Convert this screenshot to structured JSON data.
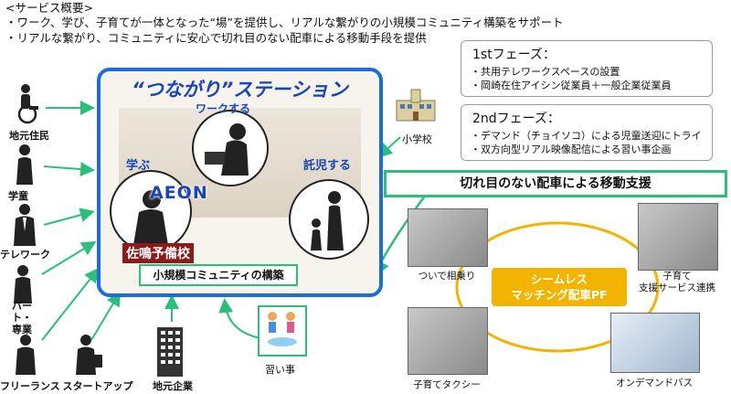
{
  "summary": {
    "heading": "<サービス概要>",
    "line1": "・ワーク、学び、子育てが一体となった“場”を提供し、リアルな繋がりの小規模コミュニティ構築をサポート",
    "line2": "・リアルな繋がり、コミュニティに安心で切れ目のない配車による移動手段を提供"
  },
  "people": [
    "地元住民",
    "学童",
    "テレワーク",
    "パート・\n専業",
    "フリーランス",
    "スタートアップ",
    "地元企業"
  ],
  "station": {
    "title": "“つながり”ステーション",
    "work": "ワークする",
    "learn": "学ぶ",
    "childcare": "託児する",
    "aeon": "AEON",
    "yobiko": "佐鳴予備校",
    "community": "小規模コミュニティの構築"
  },
  "school": "小学校",
  "phase1": {
    "title": "1stフェーズ：",
    "items": [
      "・共用テレワークスペースの設置",
      "・岡崎在住アイシン従業員＋一般企業従業員"
    ]
  },
  "phase2": {
    "title": "2ndフェーズ：",
    "items": [
      "・デマンド（チョイソコ）による児童送迎にトライ",
      "・双方向型リアル映像配信による習い事企画"
    ]
  },
  "mobility_banner": "切れ目のない配車による移動支援",
  "lessons": "習い事",
  "mobility": {
    "ride_along": "ついで相乗り",
    "seamless_line1": "シームレス",
    "seamless_line2": "マッチング配車PF",
    "childcare_support_line1": "子育て",
    "childcare_support_line2": "支援サービス連携",
    "kosodate_taxi": "子育てタクシー",
    "ondemand_bus": "オンデマンドバス"
  },
  "colors": {
    "station_border": "#1a6de0",
    "green": "#2bbf7a",
    "seamless": "#f3b400",
    "title_blue": "#1646b8"
  }
}
